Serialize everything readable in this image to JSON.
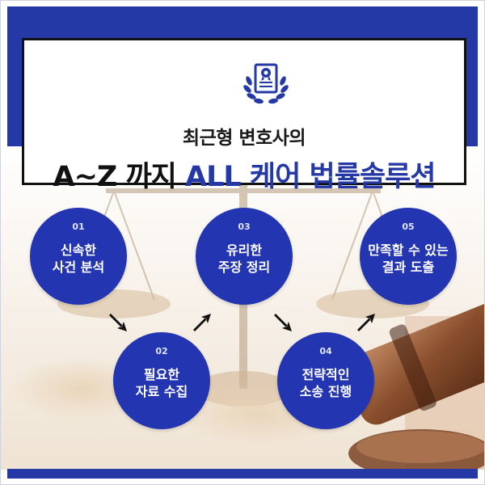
{
  "header": {
    "title_line1": "최근형 변호사의",
    "title_line2_prefix": "A~Z 까지 ",
    "title_line2_highlight": "ALL 케어 법률솔루션"
  },
  "emblem": {
    "icon": "certificate-laurel-icon"
  },
  "steps": [
    {
      "number": "01",
      "label": "신속한\n사건 분석"
    },
    {
      "number": "02",
      "label": "필요한\n자료 수집"
    },
    {
      "number": "03",
      "label": "유리한\n주장 정리"
    },
    {
      "number": "04",
      "label": "전략적인\n소송 진행"
    },
    {
      "number": "05",
      "label": "만족할 수 있는\n결과 도출"
    }
  ],
  "arrows": [
    "arrow-down-right",
    "arrow-up-right",
    "arrow-down-right",
    "arrow-up-right"
  ],
  "colors": {
    "primary": "#2438a6",
    "circle": "#2335b0",
    "text_dark": "#111111"
  }
}
